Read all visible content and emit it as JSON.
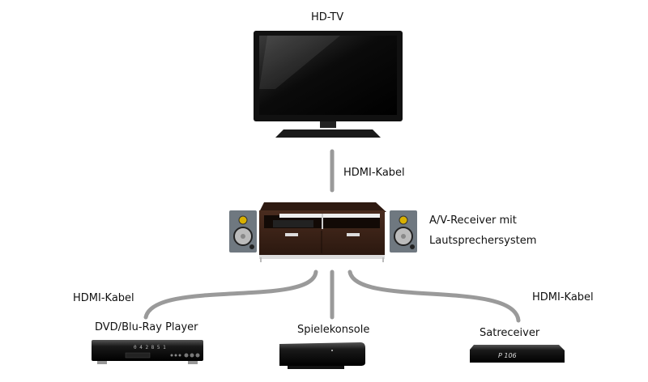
{
  "tv": {
    "label": "HD-TV"
  },
  "cable_top": {
    "label": "HDMI-Kabel"
  },
  "receiver": {
    "label_line1": "A/V-Receiver mit",
    "label_line2": "Lautsprechersystem"
  },
  "cable_left": {
    "label": "HDMI-Kabel"
  },
  "cable_right": {
    "label": "HDMI-Kabel"
  },
  "devices": [
    {
      "label": "DVD/Blu-Ray Player",
      "display": "0 4 2 8 5 1"
    },
    {
      "label": "Spielekonsole"
    },
    {
      "label": "Satreceiver",
      "display": "P 106"
    }
  ],
  "colors": {
    "cable": "#9a9a9a",
    "wood": "#3b2218",
    "speaker": "#6f7880",
    "tweeter": "#d8b000"
  }
}
